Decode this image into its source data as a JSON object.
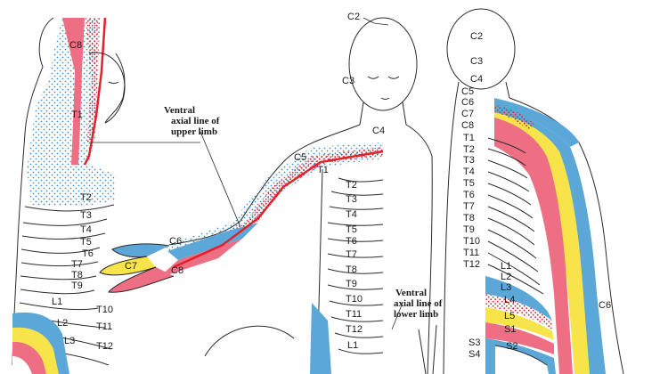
{
  "captions": {
    "upper_limb_line1": "Ventral",
    "upper_limb_line2": "axial line of",
    "upper_limb_line3": "upper limb",
    "lower_limb_line1": "Ventral",
    "lower_limb_line2": "axial line of",
    "lower_limb_line3": "lower limb"
  },
  "labels": {
    "side": [
      "C8",
      "T1",
      "T2",
      "T3",
      "T4",
      "T5",
      "T6",
      "T7",
      "T8",
      "T9",
      "T10",
      "T11",
      "T12",
      "L1",
      "L2",
      "L3"
    ],
    "front": [
      "C2",
      "C3",
      "C4",
      "C5",
      "T1",
      "T2",
      "T3",
      "T4",
      "T5",
      "T6",
      "T7",
      "T8",
      "T9",
      "T10",
      "T11",
      "T12",
      "L1"
    ],
    "arm": [
      "C6",
      "C7",
      "C8"
    ],
    "back": [
      "C2",
      "C3",
      "C4",
      "C5",
      "C6",
      "C7",
      "C8",
      "T1",
      "T2",
      "T3",
      "T4",
      "T5",
      "T6",
      "T7",
      "T8",
      "T9",
      "T10",
      "T11",
      "T12",
      "L1",
      "L2",
      "L3",
      "L4",
      "L5",
      "S1",
      "S2",
      "S3",
      "S4",
      "C6"
    ]
  },
  "colors": {
    "pink": "#ee6f83",
    "red": "#e4202b",
    "blue": "#5aa7d8",
    "yellow": "#f7e34a",
    "stipple_blue": "#3f8fcc",
    "stipple_red": "#d9232e",
    "outline": "#2b2b2b",
    "bg": "#ffffff"
  }
}
